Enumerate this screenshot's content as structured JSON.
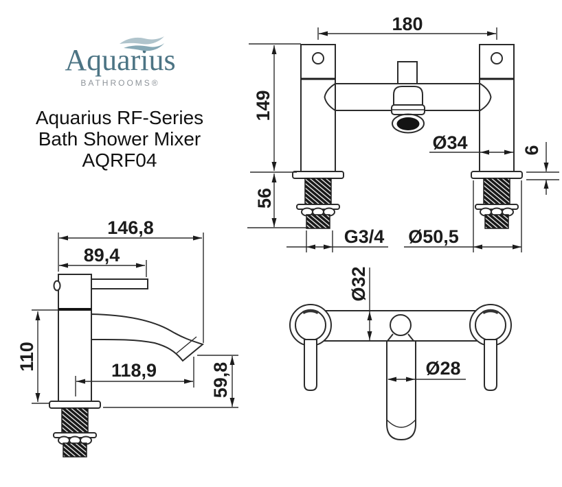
{
  "logo": {
    "brand": "Aquarius",
    "tagline": "BATHROOMS®"
  },
  "title": {
    "line1": "Aquarius RF-Series",
    "line2": "Bath Shower Mixer",
    "line3": "AQRF04"
  },
  "views": {
    "front": {
      "label": "bath shower mixer front elevation",
      "dims": {
        "tap_centres": "180",
        "body_height": "149",
        "tail_length": "56",
        "pillar_diameter": "Ø34",
        "flange_thickness": "6",
        "thread_size": "G3/4",
        "flange_diameter": "Ø50,5"
      }
    },
    "side": {
      "label": "mixer side elevation",
      "dims": {
        "overall_depth": "146,8",
        "handle_reach": "89,4",
        "body_height": "110",
        "spout_reach": "118,9",
        "spout_drop": "59,8"
      }
    },
    "plan": {
      "label": "mixer plan view",
      "dims": {
        "body_diameter": "Ø32",
        "spout_diameter": "Ø28"
      }
    }
  },
  "colors": {
    "brand_teal": "#4c7484",
    "wave_light": "#b0c4cc",
    "wave_dark": "#87a9b6",
    "tagline_gray": "#8d9399",
    "line": "#2b2b2b"
  }
}
